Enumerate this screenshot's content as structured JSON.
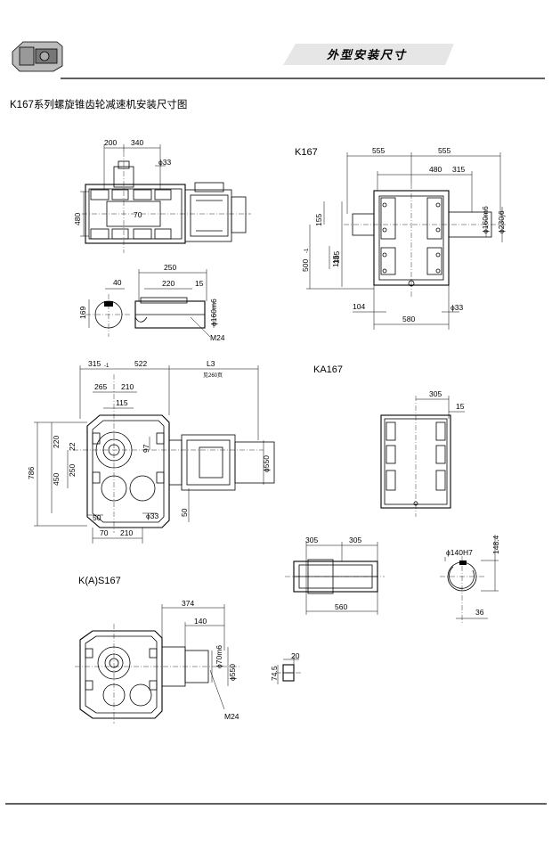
{
  "header": {
    "badge": "外型安装尺寸"
  },
  "page_title": "K167系列螺旋锥齿轮减速机安装尺寸图",
  "views": {
    "k167": {
      "label": "K167"
    },
    "ka167": {
      "label": "KA167"
    },
    "kas167": {
      "label": "K(A)S167"
    }
  },
  "dims": {
    "v1_200": "200",
    "v1_340": "340",
    "v1_phi33": "ϕ33",
    "v1_480": "480",
    "v1_70": "70",
    "v2_250": "250",
    "v2_220": "220",
    "v2_15": "15",
    "v2_phi160m6": "ϕ160m6",
    "v2_40": "40",
    "v2_169": "169",
    "v2_m24": "M24",
    "v3_555a": "555",
    "v3_555b": "555",
    "v3_480": "480",
    "v3_315": "315",
    "v3_phi160m6": "ϕ160m6",
    "v3_phi230j6": "ϕ230j6",
    "v3_155": "155",
    "v3_385": "385",
    "v3_115": "115",
    "v3_500": "500",
    "v3_500_tol": "-1",
    "v3_104": "104",
    "v3_phi33": "ϕ33",
    "v3_580": "580",
    "v4_315": "315",
    "v4_315_tol": "-1",
    "v4_522": "522",
    "v4_l3": "L3",
    "v4_l3_note": "见260页",
    "v4_265": "265",
    "v4_210a": "210",
    "v4_115": "115",
    "v4_786": "786",
    "v4_220": "220",
    "v4_450": "450",
    "v4_250": "250",
    "v4_22": "22",
    "v4_97": "97",
    "v4_phi550": "ϕ550",
    "v4_50a": "50",
    "v4_phi33": "ϕ33",
    "v4_50b": "50",
    "v4_70": "70",
    "v4_210b": "210",
    "v5_305": "305",
    "v5_15": "15",
    "v6_305a": "305",
    "v6_305b": "305",
    "v6_560": "560",
    "v7_phi140h7": "ϕ140H7",
    "v7_148": "148.4",
    "v7_36": "36",
    "v8_374": "374",
    "v8_140": "140",
    "v8_phi70m6": "ϕ70m6",
    "v8_phi550": "ϕ550",
    "v8_m24": "M24",
    "v9_20": "20",
    "v9_74": "74.5"
  }
}
